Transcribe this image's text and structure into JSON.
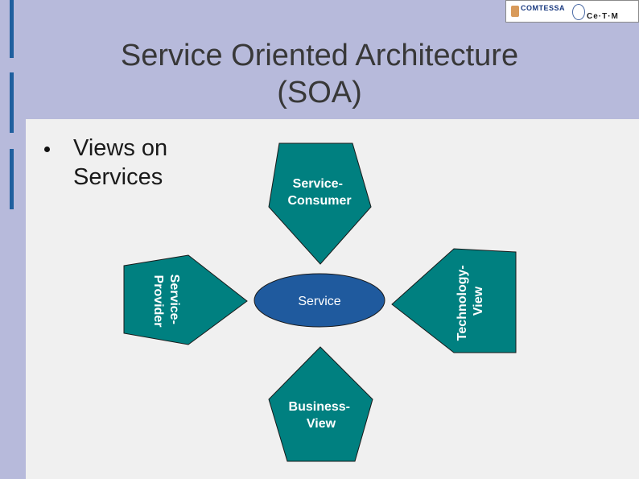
{
  "title": {
    "line1": "Service Oriented Architecture",
    "line2": "(SOA)"
  },
  "logo": {
    "left_text": "COMTESSA",
    "right_text": "Ce·T·M"
  },
  "bullet": {
    "line1": "Views on",
    "line2": "Services"
  },
  "diagram": {
    "top": {
      "line1": "Service-",
      "line2": "Consumer"
    },
    "left": {
      "line1": "Service-",
      "line2": "Provider"
    },
    "right": {
      "line1": "Technology-",
      "line2": "View"
    },
    "bottom": {
      "line1": "Business-",
      "line2": "View"
    },
    "center": "Service"
  },
  "colors": {
    "background": "#b7badb",
    "content": "#f0f0f0",
    "shape_fill": "#008080",
    "shape_stroke": "#1a1a1a",
    "ellipse_fill": "#1f5a9e",
    "bar": "#1f5f9e"
  }
}
